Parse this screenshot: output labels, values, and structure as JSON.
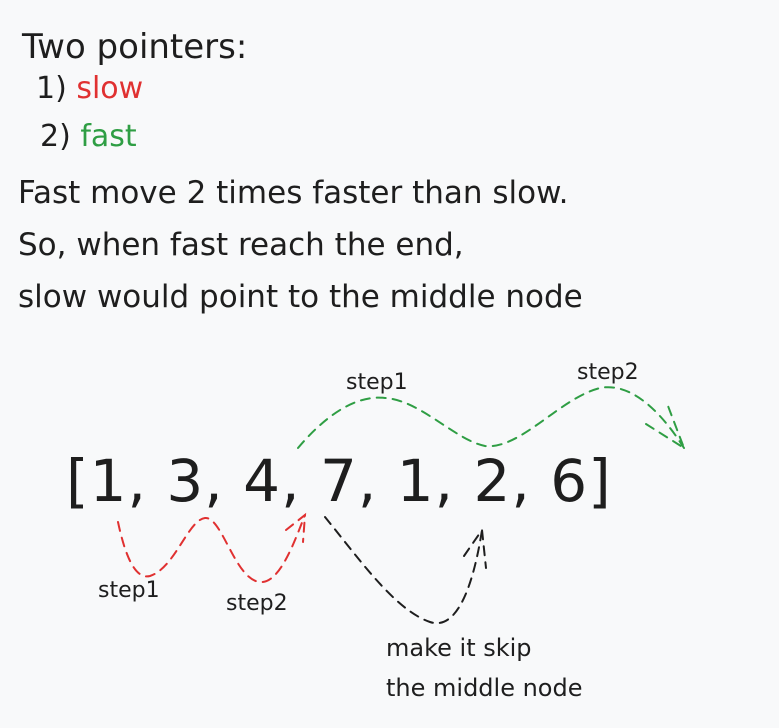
{
  "heading": "Two pointers:",
  "pointers": [
    {
      "index": "1)",
      "name": "slow",
      "color": "#e03131"
    },
    {
      "index": "2)",
      "name": "fast",
      "color": "#2f9e44"
    }
  ],
  "explanation": [
    "Fast move 2 times faster than slow.",
    "So, when fast reach the end,",
    "slow would point to the middle node"
  ],
  "array_text": "[1, 3, 4, 7, 1, 2, 6]",
  "fast_steps": [
    "step1",
    "step2"
  ],
  "slow_steps": [
    "step1",
    "step2"
  ],
  "skip_note": [
    "make it skip",
    "the middle node"
  ],
  "colors": {
    "slow": "#e03131",
    "fast": "#2f9e44",
    "ink": "#1e1e1e",
    "background": "#f8f9fa"
  }
}
